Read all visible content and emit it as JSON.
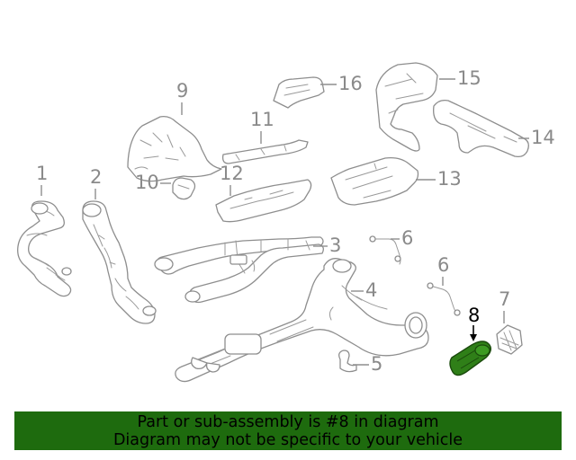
{
  "diagram": {
    "callouts": [
      "1",
      "2",
      "3",
      "4",
      "5",
      "6",
      "6",
      "7",
      "8",
      "9",
      "10",
      "11",
      "12",
      "13",
      "14",
      "15",
      "16"
    ],
    "highlighted_part": "8",
    "highlight_color": "#2f7f18"
  },
  "banner": {
    "line1": "Part or sub-assembly is #8 in diagram",
    "line2": "Diagram may not be specific to your vehicle",
    "background": "#1e6b0e"
  }
}
